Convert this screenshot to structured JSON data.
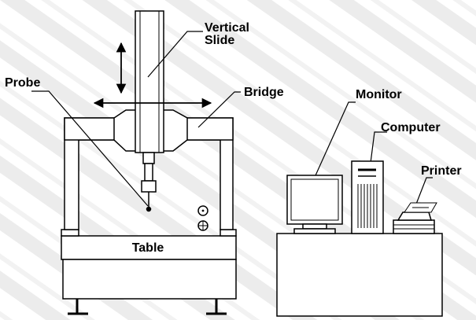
{
  "labels": {
    "vertical_slide": [
      "Vertical",
      "Slide"
    ],
    "probe": "Probe",
    "bridge": "Bridge",
    "monitor": "Monitor",
    "computer": "Computer",
    "printer": "Printer",
    "table": "Table"
  },
  "colors": {
    "line": "#000000",
    "background": "#ffffff",
    "diagonal_stripes": "#e6e6e6"
  },
  "icons": [
    "up-down-arrow-icon",
    "left-right-arrow-icon",
    "target-dot-icon",
    "crosshair-icon"
  ]
}
